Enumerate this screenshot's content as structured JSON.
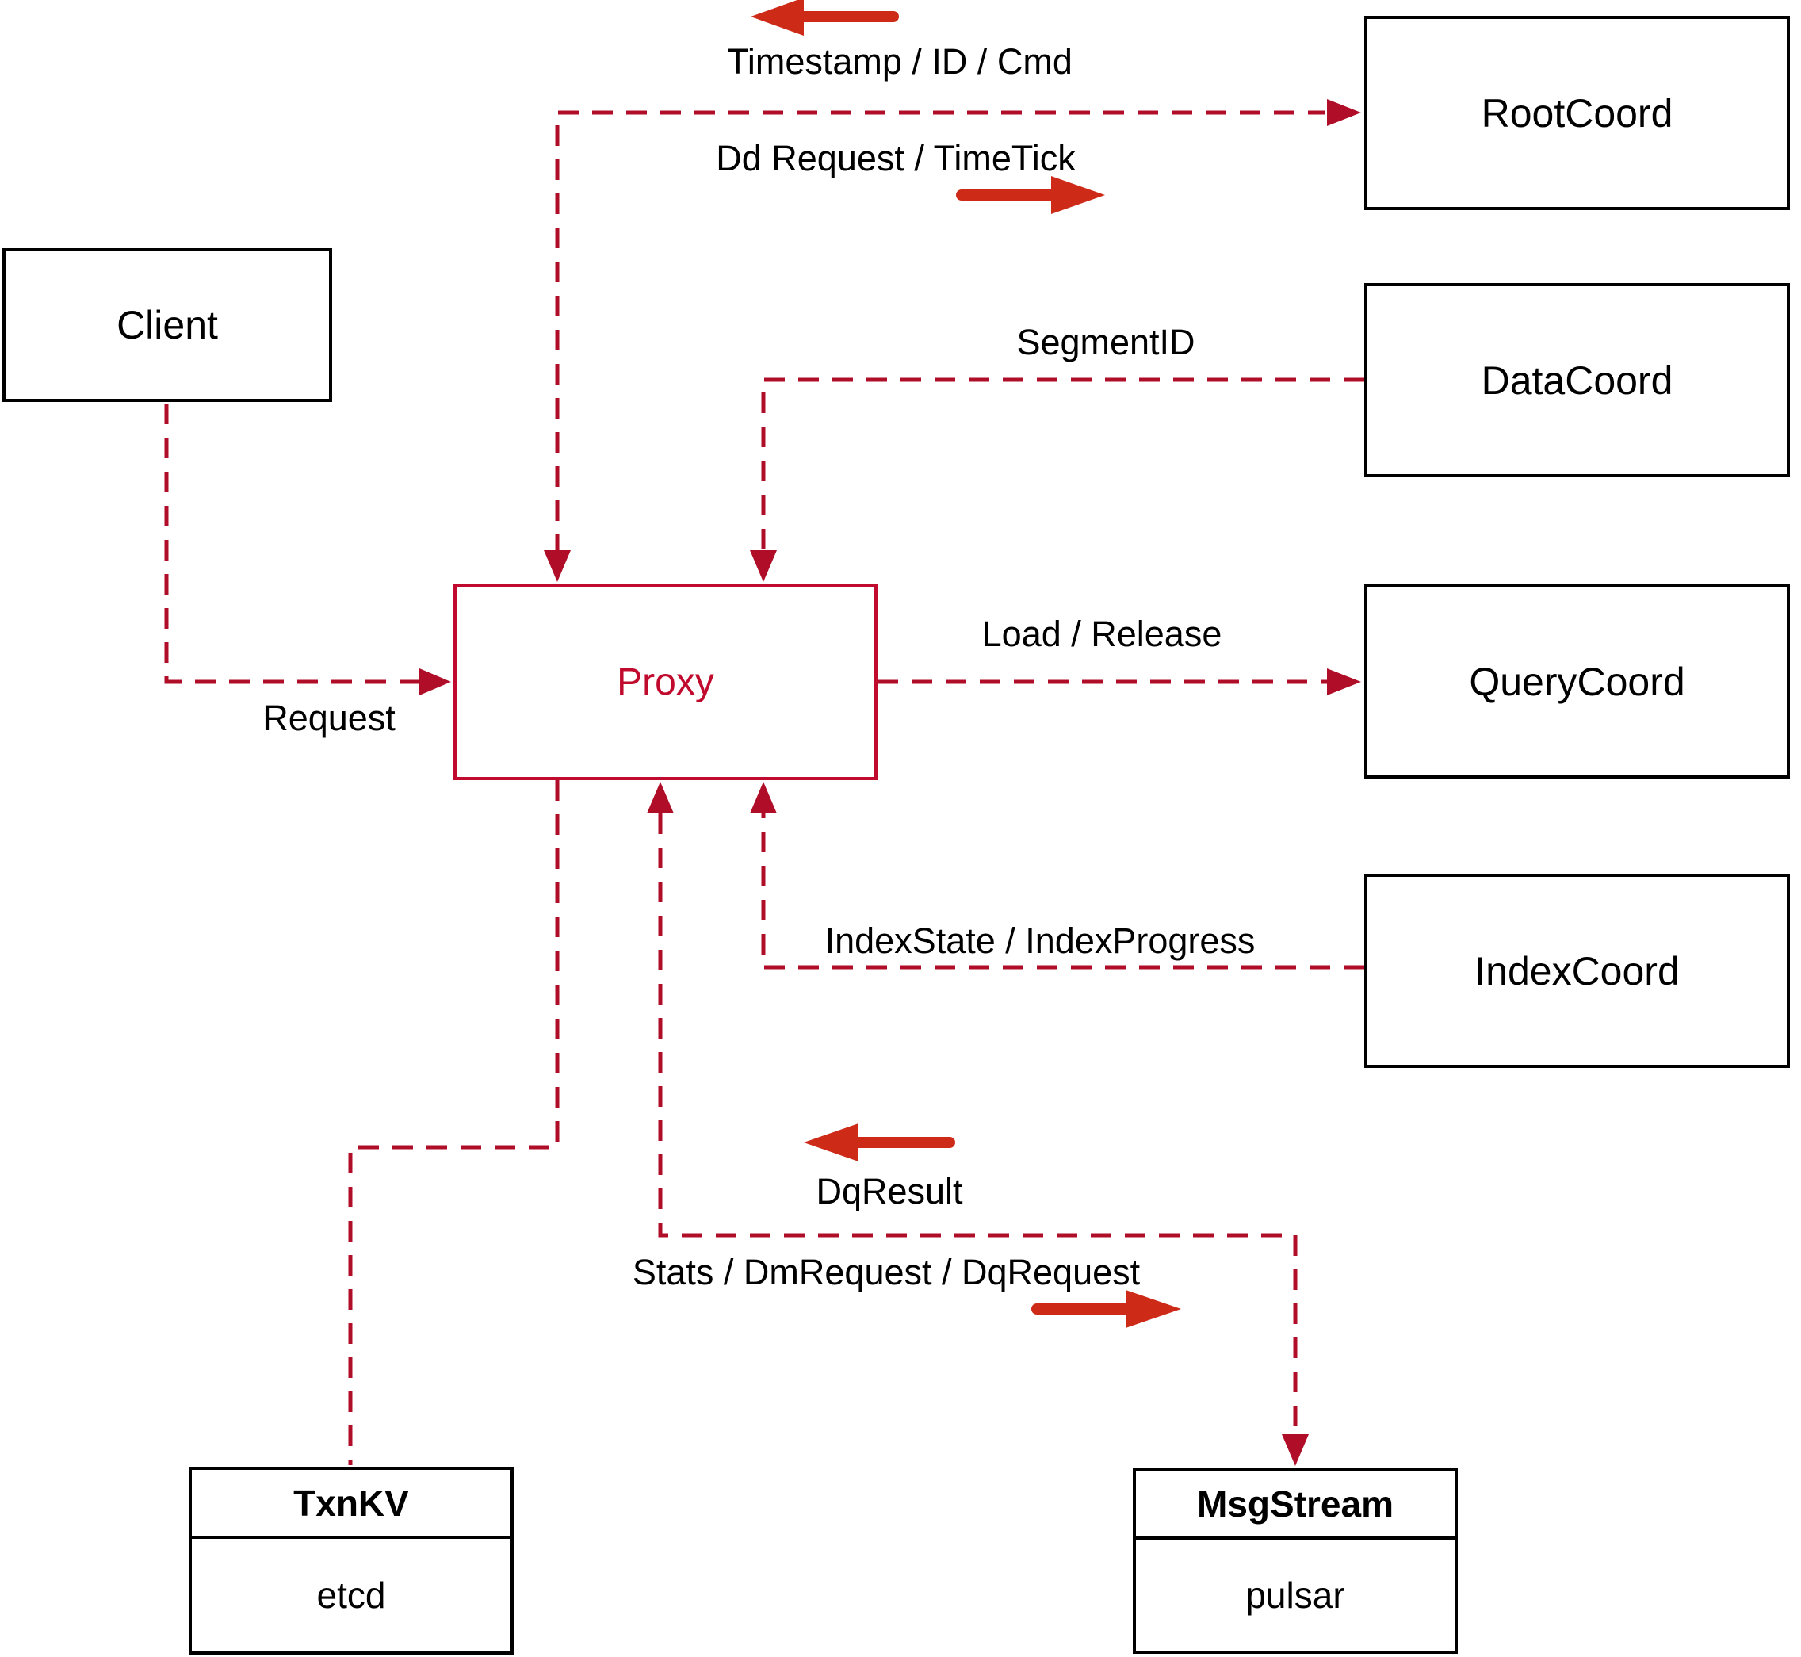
{
  "nodes": {
    "client": {
      "label": "Client"
    },
    "proxy": {
      "label": "Proxy"
    },
    "root_coord": {
      "label": "RootCoord"
    },
    "data_coord": {
      "label": "DataCoord"
    },
    "query_coord": {
      "label": "QueryCoord"
    },
    "index_coord": {
      "label": "IndexCoord"
    }
  },
  "stores": {
    "txn_kv": {
      "title": "TxnKV",
      "engine": "etcd"
    },
    "msg_stream": {
      "title": "MsgStream",
      "engine": "pulsar"
    }
  },
  "edge_labels": {
    "to_root": "Timestamp / ID / Cmd",
    "from_root": "Dd Request / TimeTick",
    "from_data": "SegmentID",
    "to_query": "Load / Release",
    "from_client": "Request",
    "from_index": "IndexState / IndexProgress",
    "from_msgstream": "DqResult",
    "to_msgstream": "Stats / DmRequest / DqRequest"
  },
  "colors": {
    "connector": "#b00d28",
    "proxy_accent": "#c00b2e",
    "annotation_arrow": "#cd2a18",
    "box_border": "#000000",
    "text": "#000000",
    "background": "#ffffff"
  }
}
